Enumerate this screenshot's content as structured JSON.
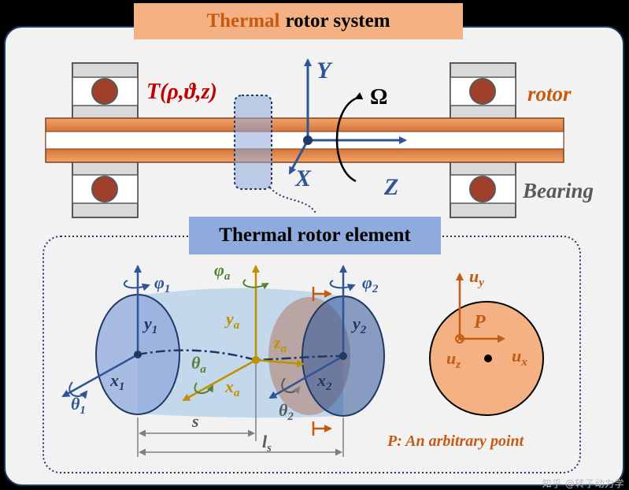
{
  "system": {
    "title_accent": "Thermal",
    "title_rest": "rotor system",
    "temperature_label": "T(ρ,ϑ,z)",
    "rotor_label": "rotor",
    "bearing_label": "Bearing",
    "omega_label": "Ω",
    "axis_x": "X",
    "axis_y": "Y",
    "axis_z": "Z"
  },
  "element": {
    "title": "Thermal rotor element",
    "phi1": "φ",
    "phi1_sub": "1",
    "phia": "φ",
    "phia_sub": "a",
    "phi2": "φ",
    "phi2_sub": "2",
    "y1": "y",
    "y1_sub": "1",
    "ya": "y",
    "ya_sub": "a",
    "y2": "y",
    "y2_sub": "2",
    "za": "z",
    "za_sub": "a",
    "theta_a": "θ",
    "theta_a_sub": "a",
    "xa": "x",
    "xa_sub": "a",
    "x1": "x",
    "x1_sub": "1",
    "x2": "x",
    "x2_sub": "2",
    "theta1": "θ",
    "theta1_sub": "1",
    "theta2": "θ",
    "theta2_sub": "2",
    "s": "s",
    "ls": "l",
    "ls_sub": "s"
  },
  "point": {
    "uy": "u",
    "uy_sub": "y",
    "p": "P",
    "uz": "u",
    "uz_sub": "z",
    "ux": "u",
    "ux_sub": "x",
    "caption": "P: An arbitrary point"
  },
  "watermark": "知乎 @转子动力学",
  "colors": {
    "title_fill": "#f4b183",
    "element_title_fill": "#8faadc",
    "panel": "#f2f2f2",
    "axis_blue": "#2f5597",
    "orange": "#c55a11",
    "gold": "#bf9000",
    "dark_red": "#c00000",
    "green": "#548235",
    "gray": "#595959"
  }
}
